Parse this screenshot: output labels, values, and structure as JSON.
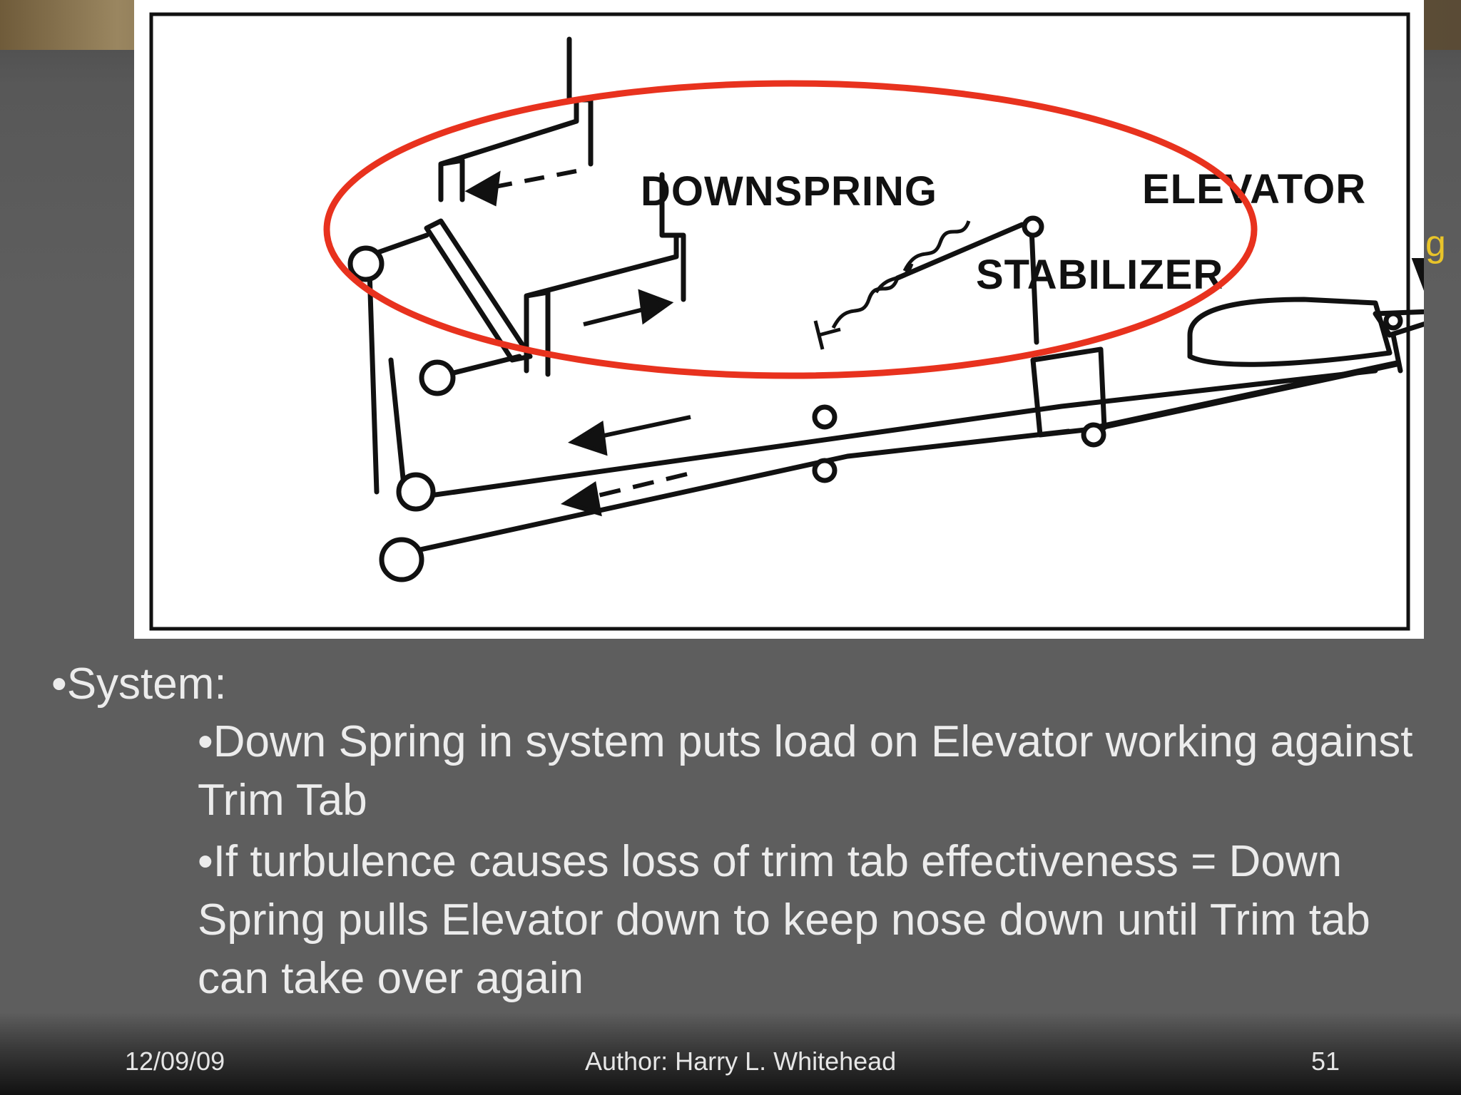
{
  "diagram": {
    "labels": {
      "downspring": "DOWNSPRING",
      "elevator": "ELEVATOR",
      "stabilizer": "STABILIZER"
    },
    "highlight_color": "#e8321e"
  },
  "slide": {
    "side_glyph": "g",
    "heading": "•System:",
    "bullets": [
      "•Down Spring in system puts load on Elevator working against Trim Tab",
      "•If turbulence causes loss of trim tab effectiveness = Down Spring pulls Elevator down to keep nose down until Trim tab can take over again"
    ]
  },
  "footer": {
    "date": "12/09/09",
    "author": "Author:  Harry L. Whitehead",
    "page": "51"
  }
}
